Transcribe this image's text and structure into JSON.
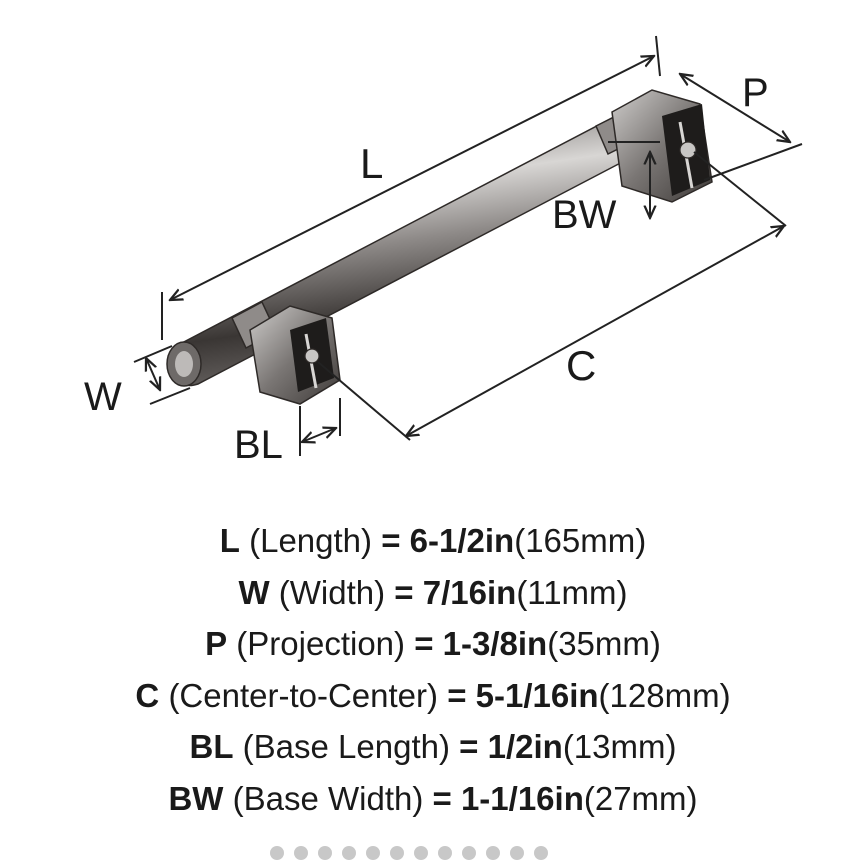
{
  "labels": {
    "L": "L",
    "P": "P",
    "BW": "BW",
    "W": "W",
    "BL": "BL",
    "C": "C"
  },
  "specs": [
    {
      "sym": "L",
      "desc": "(Length)",
      "imperial": "6-1/2in",
      "metric": "(165mm)"
    },
    {
      "sym": "W",
      "desc": "(Width)",
      "imperial": "7/16in",
      "metric": "(11mm)"
    },
    {
      "sym": "P",
      "desc": "(Projection)",
      "imperial": "1-3/8in",
      "metric": "(35mm)"
    },
    {
      "sym": "C",
      "desc": "(Center-to-Center)",
      "imperial": "5-1/16in",
      "metric": "(128mm)"
    },
    {
      "sym": "BL",
      "desc": "(Base Length)",
      "imperial": "1/2in",
      "metric": "(13mm)"
    },
    {
      "sym": "BW",
      "desc": "(Base Width)",
      "imperial": "1-1/16in",
      "metric": "(27mm)"
    }
  ],
  "equals": "=",
  "colors": {
    "metal_dark": "#3e3a38",
    "metal_mid": "#8a8684",
    "metal_light": "#e2e0de",
    "line": "#222222"
  }
}
